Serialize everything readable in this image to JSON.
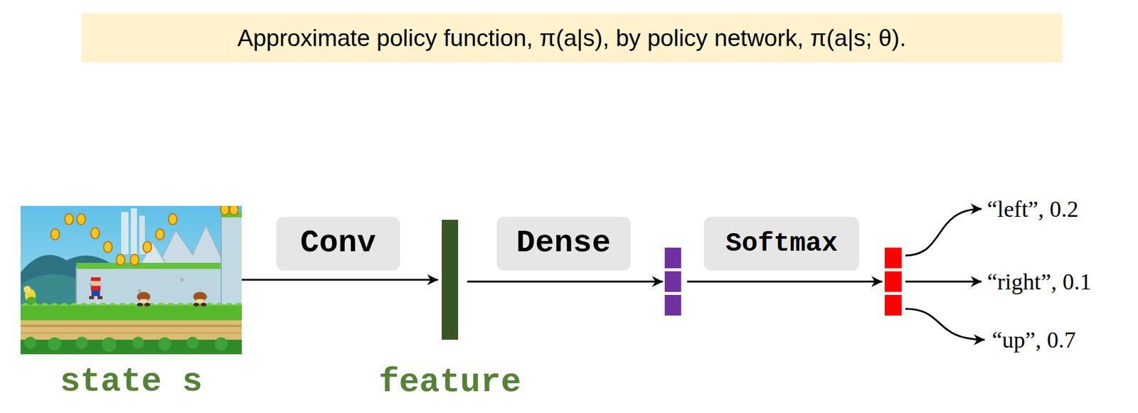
{
  "diagram": {
    "title": "Approximate policy function, π(a|s), by policy network, π(a|s; θ).",
    "nodes": [
      {
        "text": [
          "state s"
        ]
      },
      {
        "text": [
          "Conv"
        ]
      },
      {
        "text": [
          "feature"
        ]
      },
      {
        "text": [
          "Dense"
        ]
      },
      {
        "text": [
          "Softmax"
        ]
      }
    ],
    "edges": [
      {
        "from": 0,
        "to": 2,
        "arrow": "to"
      }
    ],
    "labels": [
      "“left”, 0.2",
      "“right”, 0.1",
      "“up”, 0.7"
    ]
  }
}
